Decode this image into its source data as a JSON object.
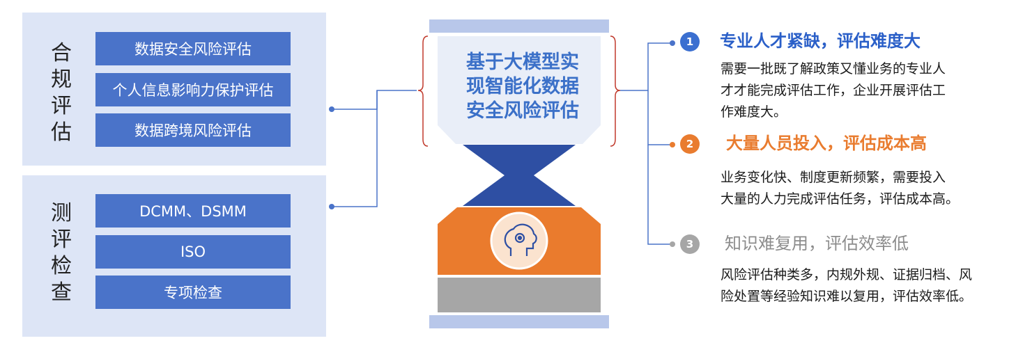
{
  "compliance": {
    "title": "合规评估",
    "items": [
      "数据安全风险评估",
      "个人信息影响力保护评估",
      "数据跨境风险评估"
    ]
  },
  "testing": {
    "title": "测评检查",
    "items": [
      "DCMM、DSMM",
      "ISO",
      "专项检查"
    ]
  },
  "center": {
    "title_lines": [
      "基于大模型实",
      "现智能化数据",
      "安全风险评估"
    ],
    "icon": "gear-brain-icon"
  },
  "issues": [
    {
      "num": "1",
      "color": "#3b6fd0",
      "title": "专业人才紧缺，评估难度大",
      "desc": [
        "需要一批既了解政策又懂业务的专业人",
        "才才能完成评估工作，企业开展评估工",
        "作难度大。"
      ]
    },
    {
      "num": "2",
      "color": "#e97c2f",
      "title": "大量人员投入，评估成本高",
      "desc": [
        "业务变化快、制度更新频繁，需要投入",
        "大量的人力完成评估任务，评估成本高。"
      ]
    },
    {
      "num": "3",
      "color": "#a6a6a6",
      "title": "知识难复用，评估效率低",
      "desc": [
        "风险评估种类多，内规外规、证据归档、风",
        "险处置等经验知识难以复用，评估效率低。"
      ]
    }
  ],
  "colors": {
    "blue": "#4a73c9",
    "navy": "#2e4fa3",
    "orange": "#ea7b2d",
    "gray": "#a6a6a6",
    "panel": "#dde5f6",
    "bracket": "#c0392b"
  }
}
